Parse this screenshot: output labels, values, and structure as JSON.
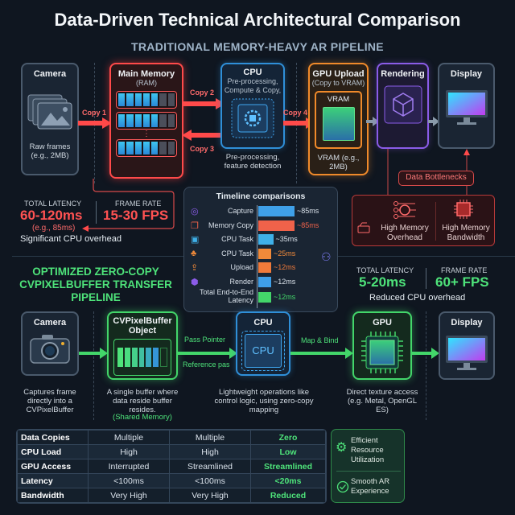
{
  "title": "Data-Driven Technical Architectural Comparison",
  "traditional": {
    "heading": "TRADITIONAL MEMORY-HEAVY AR PIPELINE",
    "camera": {
      "label": "Camera",
      "caption": "Raw frames (e.g., 2MB)"
    },
    "memory": {
      "label": "Main Memory",
      "sub": "(RAM)"
    },
    "cpu": {
      "label": "CPU",
      "sub": "Pre-processing, Compute & Copy,",
      "caption": "Pre-processing, feature detection"
    },
    "gpu_upload": {
      "label": "GPU Upload",
      "sub": "(Copy to VRAM)",
      "inner": "VRAM",
      "caption": "VRAM (e.g., 2MB)"
    },
    "rendering": {
      "label": "Rendering"
    },
    "display": {
      "label": "Display"
    },
    "copies": [
      "Copy 1",
      "Copy 2",
      "Copy 3",
      "Copy 4"
    ],
    "bottleneck_label": "Data Bottlenecks",
    "bottlenecks": [
      "High Memory Overhead",
      "High Memory Bandwidth"
    ],
    "latency_label": "TOTAL LATENCY",
    "latency": "60-120ms",
    "latency_example": "(e.g., 85ms)",
    "fps_label": "FRAME RATE",
    "fps": "15-30 FPS",
    "note": "Significant CPU overhead"
  },
  "timeline": {
    "title": "Timeline comparisons",
    "rows": [
      {
        "label": "Capture",
        "value": "~85ms",
        "ms": 85,
        "color": "#3fa0e8",
        "icon": "eye-scan-icon"
      },
      {
        "label": "Memory Copy",
        "value": "~85ms",
        "ms": 85,
        "color": "#f0624a",
        "icon": "copy-icon"
      },
      {
        "label": "CPU Task",
        "value": "~35ms",
        "ms": 35,
        "color": "#3fb0e8",
        "icon": "chip-icon"
      },
      {
        "label": "CPU Task",
        "value": "~25ms",
        "ms": 25,
        "color": "#f08a3a",
        "icon": "hierarchy-icon"
      },
      {
        "label": "Upload",
        "value": "~12ms",
        "ms": 12,
        "color": "#f07a3a",
        "icon": "upload-icon"
      },
      {
        "label": "Render",
        "value": "~12ms",
        "ms": 12,
        "color": "#3f9fe8",
        "icon": "cube-icon"
      },
      {
        "label": "Total End-to-End Latency",
        "value": "~12ms",
        "ms": 12,
        "color": "#43d66a",
        "icon": ""
      }
    ]
  },
  "optimized": {
    "heading": "OPTIMIZED ZERO-COPY CVPIXELBUFFER TRANSFER PIPELINE",
    "camera": {
      "label": "Camera",
      "caption": "Captures frame directly into a CVPixelBuffer"
    },
    "buffer": {
      "label": "CVPixelBuffer Object",
      "caption": "A single buffer where data reside buffer resides.",
      "caption2": "(Shared Memory)"
    },
    "cpu": {
      "label": "CPU",
      "inner": "CPU",
      "caption": "Lightweight operations like control logic, using zero-copy mapping"
    },
    "gpu": {
      "label": "GPU",
      "caption": "Direct texture access (e.g. Metal, OpenGL ES)"
    },
    "display": {
      "label": "Display"
    },
    "arrows": {
      "pass_pointer": "Pass Pointer",
      "reference": "Reference pas",
      "map_bind": "Map & Bind"
    },
    "latency_label": "TOTAL LATENCY",
    "latency": "5-20ms",
    "fps_label": "FRAME RATE",
    "fps": "60+ FPS",
    "note": "Reduced CPU overhead"
  },
  "table": {
    "rows": [
      [
        "Data Copies",
        "Multiple",
        "Multiple",
        "Zero"
      ],
      [
        "CPU Load",
        "High",
        "High",
        "Low"
      ],
      [
        "GPU Access",
        "Interrupted",
        "Streamlined",
        "Streamlined"
      ],
      [
        "Latency",
        "<100ms",
        "<100ms",
        "<20ms"
      ],
      [
        "Bandwidth",
        "Very High",
        "Very High",
        "Reduced"
      ]
    ]
  },
  "benefits": [
    "Efficient Resource Utilization",
    "Smooth AR Experience"
  ],
  "colors": {
    "bg": "#0f1620",
    "red": "#ff4a4a",
    "green": "#43d66a",
    "blue": "#2f8fd8",
    "orange": "#f08a2a",
    "purple": "#8b5ce8"
  }
}
